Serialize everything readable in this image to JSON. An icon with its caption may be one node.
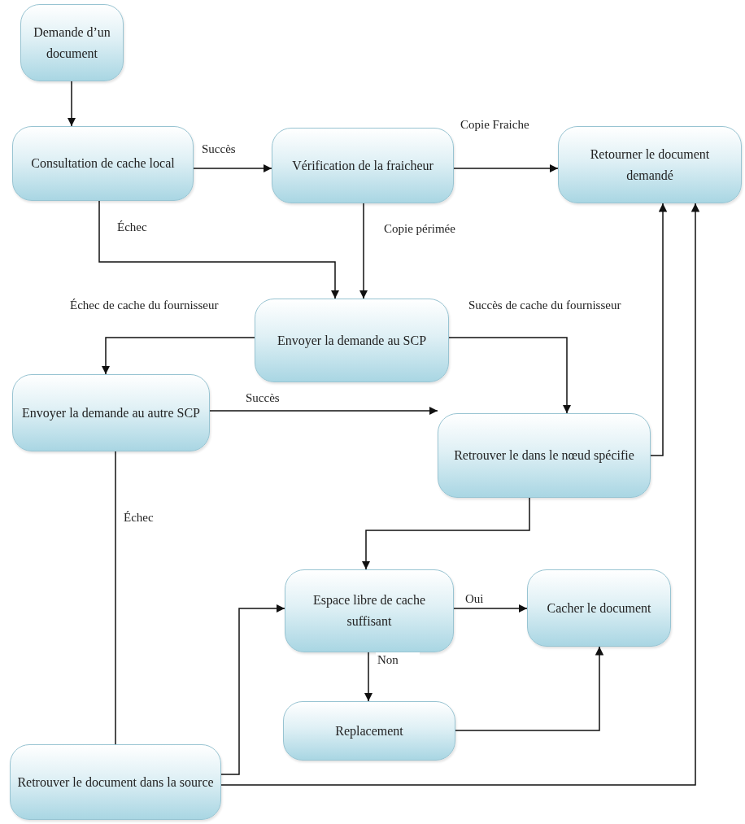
{
  "diagram": {
    "nodes": [
      {
        "text": [
          "Demande d’un document"
        ]
      },
      {
        "text": [
          "Consultation de cache local"
        ]
      },
      {
        "text": [
          "Vérification de la fraicheur"
        ]
      },
      {
        "text": [
          "Retourner le document demandé"
        ]
      },
      {
        "text": [
          "Envoyer la demande au SCP"
        ]
      },
      {
        "text": [
          "Envoyer la demande au autre SCP"
        ]
      },
      {
        "text": [
          "Retrouver le dans le nœud spécifie"
        ]
      },
      {
        "text": [
          "Espace libre de cache suffisant"
        ]
      },
      {
        "text": [
          "Cacher le document"
        ]
      },
      {
        "text": [
          "Replacement"
        ]
      },
      {
        "text": [
          "Retrouver le document dans la source"
        ]
      }
    ],
    "edges": [
      {
        "from": 0,
        "to": 1,
        "arrow": "to"
      },
      {
        "from": 1,
        "to": 2,
        "arrow": "to",
        "label": "Succès"
      },
      {
        "from": 2,
        "to": 3,
        "arrow": "to",
        "label": "Copie Fraiche"
      },
      {
        "from": 1,
        "to": 4,
        "arrow": "to",
        "label": "Échec"
      },
      {
        "from": 2,
        "to": 4,
        "arrow": "to",
        "label": "Copie périmée"
      },
      {
        "from": 4,
        "to": 5,
        "arrow": "to",
        "label": "Échec de cache du fournisseur"
      },
      {
        "from": 4,
        "to": 6,
        "arrow": "to",
        "label": "Succès de cache du fournisseur"
      },
      {
        "from": 5,
        "to": 6,
        "arrow": "to",
        "label": "Succès"
      },
      {
        "from": 6,
        "to": 3,
        "arrow": "to"
      },
      {
        "from": 6,
        "to": 7,
        "arrow": "to"
      },
      {
        "from": 5,
        "to": 10,
        "arrow": "none",
        "label": "Échec"
      },
      {
        "from": 10,
        "to": 7,
        "arrow": "to"
      },
      {
        "from": 10,
        "to": 3,
        "arrow": "to"
      },
      {
        "from": 7,
        "to": 8,
        "arrow": "to",
        "label": "Oui"
      },
      {
        "from": 7,
        "to": 9,
        "arrow": "to",
        "label": "Non"
      },
      {
        "from": 9,
        "to": 8,
        "arrow": "to"
      }
    ]
  }
}
